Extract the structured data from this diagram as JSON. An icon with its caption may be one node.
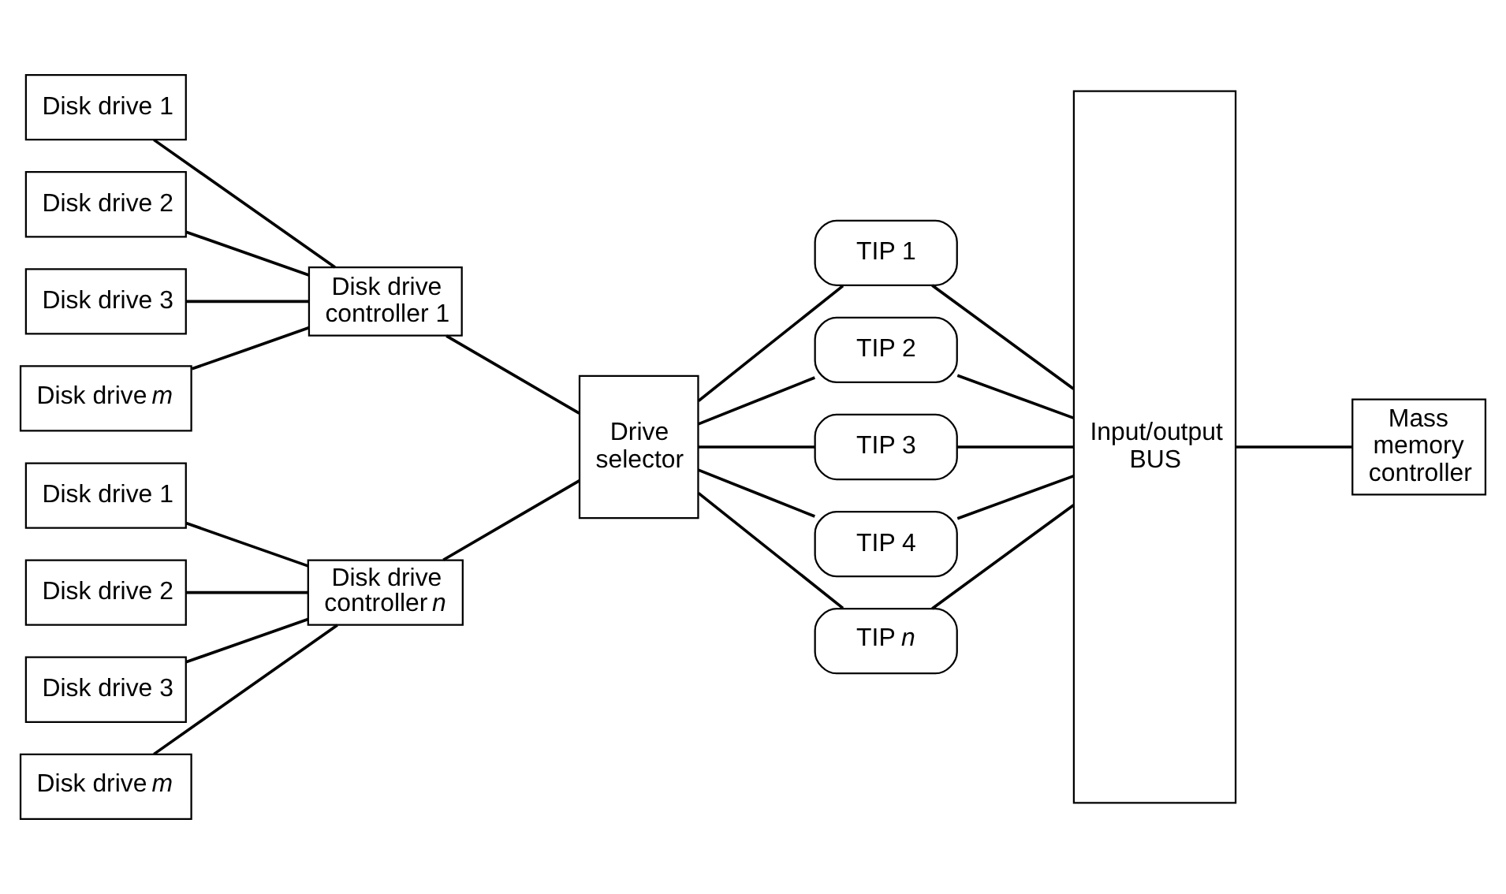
{
  "diagram": {
    "nodes": [
      {
        "text": [
          "Disk drive 1"
        ]
      },
      {
        "text": [
          "Disk drive 2"
        ]
      },
      {
        "text": [
          "Disk drive 3"
        ]
      },
      {
        "text": [
          "Disk drive *m*"
        ]
      },
      {
        "text": [
          "Disk drive controller 1"
        ]
      },
      {
        "text": [
          "Disk drive 1"
        ]
      },
      {
        "text": [
          "Disk drive 2"
        ]
      },
      {
        "text": [
          "Disk drive 3"
        ]
      },
      {
        "text": [
          "Disk drive *m*"
        ]
      },
      {
        "text": [
          "Disk drive controller *n*"
        ]
      },
      {
        "text": [
          "Drive selector"
        ]
      },
      {
        "text": [
          "TIP 1"
        ]
      },
      {
        "text": [
          "TIP 2"
        ]
      },
      {
        "text": [
          "TIP 3"
        ]
      },
      {
        "text": [
          "TIP 4"
        ]
      },
      {
        "text": [
          "TIP *n*"
        ]
      },
      {
        "text": [
          "Input/output BUS"
        ]
      },
      {
        "text": [
          "Mass memory controller"
        ]
      }
    ],
    "edges": [
      {
        "from": 0,
        "to": 4,
        "arrow": "none"
      },
      {
        "from": 1,
        "to": 4,
        "arrow": "none"
      },
      {
        "from": 2,
        "to": 4,
        "arrow": "none"
      },
      {
        "from": 3,
        "to": 4,
        "arrow": "none"
      },
      {
        "from": 5,
        "to": 9,
        "arrow": "none"
      },
      {
        "from": 6,
        "to": 9,
        "arrow": "none"
      },
      {
        "from": 7,
        "to": 9,
        "arrow": "none"
      },
      {
        "from": 8,
        "to": 9,
        "arrow": "none"
      },
      {
        "from": 4,
        "to": 10,
        "arrow": "none"
      },
      {
        "from": 9,
        "to": 10,
        "arrow": "none"
      },
      {
        "from": 10,
        "to": 11,
        "arrow": "none"
      },
      {
        "from": 10,
        "to": 12,
        "arrow": "none"
      },
      {
        "from": 10,
        "to": 13,
        "arrow": "none"
      },
      {
        "from": 10,
        "to": 14,
        "arrow": "none"
      },
      {
        "from": 10,
        "to": 15,
        "arrow": "none"
      },
      {
        "from": 11,
        "to": 16,
        "arrow": "none"
      },
      {
        "from": 12,
        "to": 16,
        "arrow": "none"
      },
      {
        "from": 13,
        "to": 16,
        "arrow": "none"
      },
      {
        "from": 14,
        "to": 16,
        "arrow": "none"
      },
      {
        "from": 15,
        "to": 16,
        "arrow": "none"
      },
      {
        "from": 16,
        "to": 17,
        "arrow": "none"
      }
    ]
  }
}
